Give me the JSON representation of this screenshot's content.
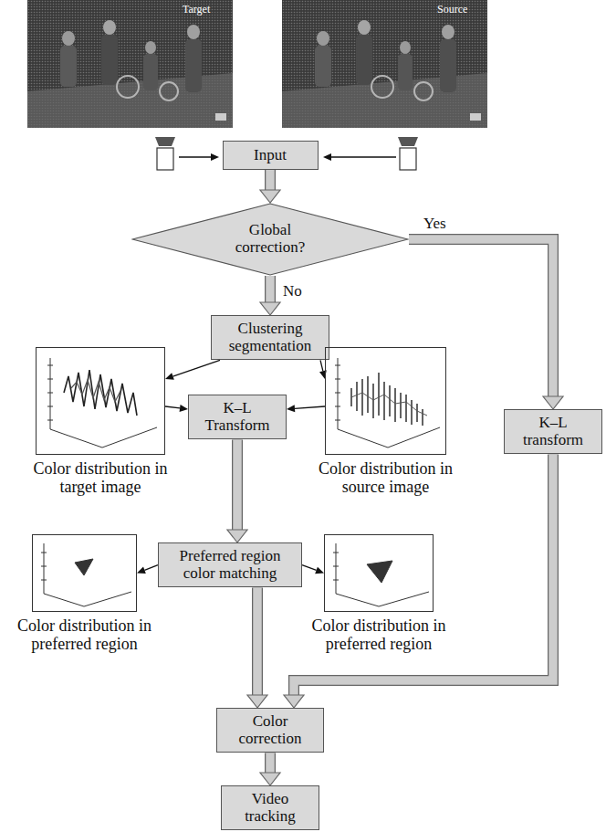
{
  "diagram": {
    "nodes": [
      {
        "text": [
          "Input"
        ]
      },
      {
        "text": [
          "Global correction?"
        ]
      },
      {
        "text": [
          "Clustering segmentation"
        ]
      },
      {
        "text": [
          "Color distribution in target image"
        ]
      },
      {
        "text": [
          "K–L Transform"
        ]
      },
      {
        "text": [
          "Color distribution in source image"
        ]
      },
      {
        "text": [
          "K–L transform"
        ]
      },
      {
        "text": [
          "Color distribution in preferred region"
        ]
      },
      {
        "text": [
          "Preferred region color matching"
        ]
      },
      {
        "text": [
          "Color distribution in preferred region"
        ]
      },
      {
        "text": [
          "Color correction"
        ]
      },
      {
        "text": [
          "Video tracking"
        ]
      }
    ],
    "edges": [
      {
        "from": 0,
        "to": 1,
        "arrow": "to"
      },
      {
        "from": 1,
        "to": 2,
        "label": "No",
        "arrow": "to"
      },
      {
        "from": 1,
        "to": 6,
        "label": "Yes",
        "arrow": "to"
      },
      {
        "from": 2,
        "to": 3,
        "arrow": "to"
      },
      {
        "from": 2,
        "to": 5,
        "arrow": "to"
      },
      {
        "from": 3,
        "to": 4,
        "arrow": "to"
      },
      {
        "from": 5,
        "to": 4,
        "arrow": "to"
      },
      {
        "from": 4,
        "to": 8,
        "arrow": "to"
      },
      {
        "from": 8,
        "to": 7,
        "arrow": "to"
      },
      {
        "from": 8,
        "to": 9,
        "arrow": "to"
      },
      {
        "from": 8,
        "to": 10,
        "arrow": "to"
      },
      {
        "from": 6,
        "to": 10,
        "arrow": "to"
      },
      {
        "from": 10,
        "to": 11,
        "arrow": "to"
      }
    ],
    "labels": [
      "Target",
      "Source"
    ]
  }
}
